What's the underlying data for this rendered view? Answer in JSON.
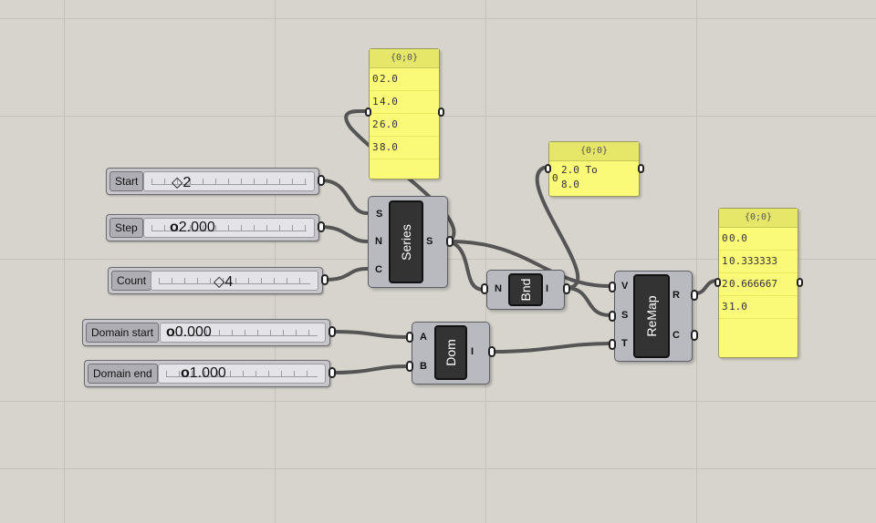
{
  "panels": {
    "series_out": {
      "title": "{0;0}",
      "rows": [
        {
          "index": "0",
          "value": "2.0"
        },
        {
          "index": "1",
          "value": "4.0"
        },
        {
          "index": "2",
          "value": "6.0"
        },
        {
          "index": "3",
          "value": "8.0"
        }
      ]
    },
    "bounds_out": {
      "title": "{0;0}",
      "index": "0",
      "line1": "2.0 To",
      "line2": "8.0"
    },
    "remap_out": {
      "title": "{0;0}",
      "rows": [
        {
          "index": "0",
          "value": "0.0"
        },
        {
          "index": "1",
          "value": "0.333333"
        },
        {
          "index": "2",
          "value": "0.666667"
        },
        {
          "index": "3",
          "value": "1.0"
        }
      ]
    }
  },
  "sliders": {
    "start": {
      "label": "Start",
      "value": "2",
      "marker": "diamond"
    },
    "step": {
      "label": "Step",
      "value": "2.000",
      "marker": "circle"
    },
    "count": {
      "label": "Count",
      "value": "4",
      "marker": "diamond"
    },
    "domain_start": {
      "label": "Domain start",
      "value": "0.000",
      "marker": "circle"
    },
    "domain_end": {
      "label": "Domain end",
      "value": "1.000",
      "marker": "circle"
    }
  },
  "components": {
    "series": {
      "name": "Series",
      "inputs": [
        "S",
        "N",
        "C"
      ],
      "outputs": [
        "S"
      ]
    },
    "bounds": {
      "name": "Bnd",
      "inputs": [
        "N"
      ],
      "outputs": [
        "I"
      ]
    },
    "domain": {
      "name": "Dom",
      "inputs": [
        "A",
        "B"
      ],
      "outputs": [
        "I"
      ]
    },
    "remap": {
      "name": "ReMap",
      "inputs": [
        "V",
        "S",
        "T"
      ],
      "outputs": [
        "R",
        "C"
      ]
    }
  },
  "colors": {
    "canvas": "#d6d4cc",
    "panel": "#fafa78",
    "wire": "#555555"
  }
}
